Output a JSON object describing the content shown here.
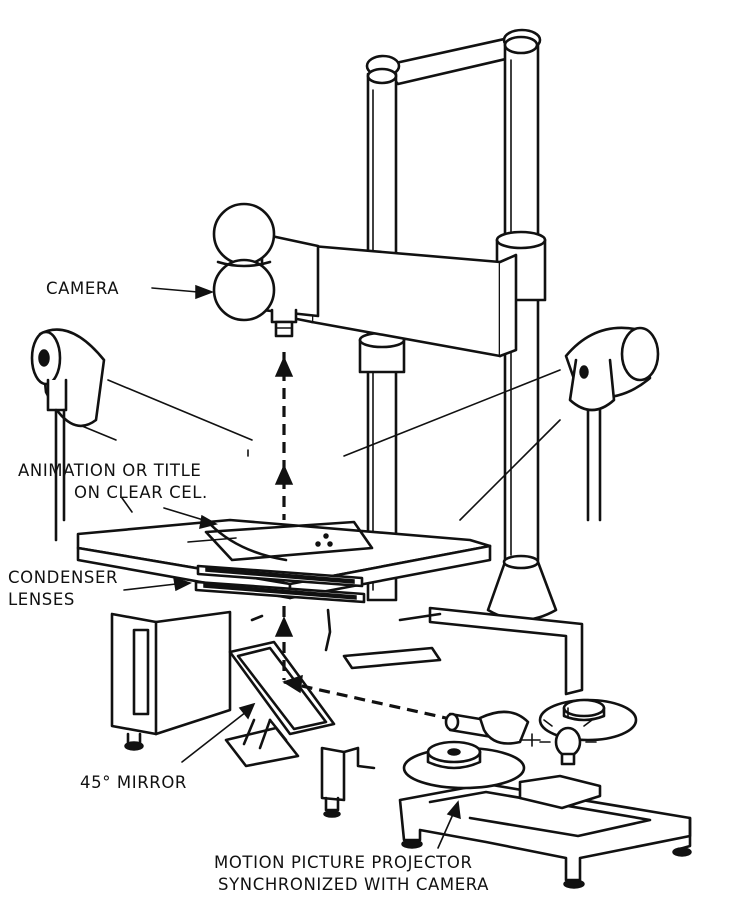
{
  "labels": {
    "camera": "CAMERA",
    "animation_line1": "ANIMATION OR TITLE",
    "animation_line2": "ON CLEAR CEL.",
    "condenser_line1": "CONDENSER",
    "condenser_line2": "LENSES",
    "mirror": "45° MIRROR",
    "projector_line1": "MOTION PICTURE PROJECTOR",
    "projector_line2": "SYNCHRONIZED WITH CAMERA"
  }
}
